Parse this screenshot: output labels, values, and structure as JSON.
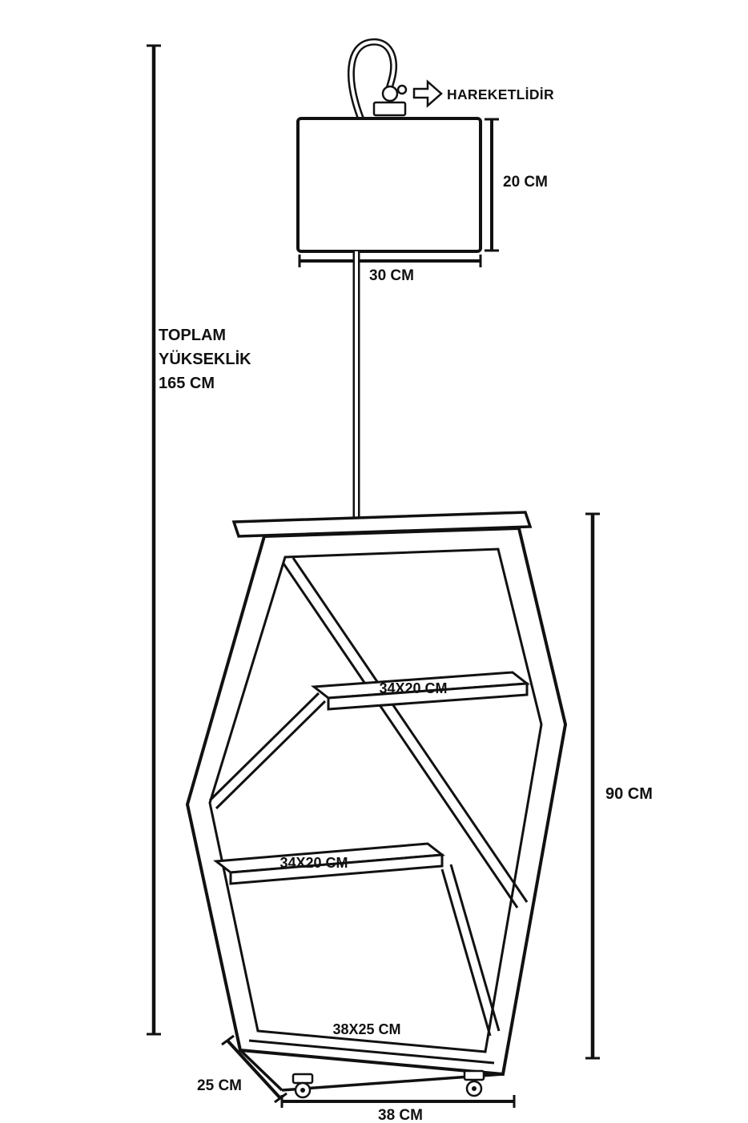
{
  "diagram": {
    "annotation": {
      "movable_label": "HAREKETLİDİR"
    },
    "dimensions": {
      "total_height": [
        "TOPLAM",
        "YÜKSEKLİK",
        "165 CM"
      ],
      "shade_height": "20 CM",
      "shade_width": "30 CM",
      "upper_shelf": "34X20 CM",
      "middle_shelf": "34X20 CM",
      "bottom_shelf": "38X25 CM",
      "unit_height": "90 CM",
      "base_depth": "25 CM",
      "base_width": "38 CM"
    },
    "colors": {
      "ink": "#111111",
      "background": "#ffffff"
    }
  }
}
